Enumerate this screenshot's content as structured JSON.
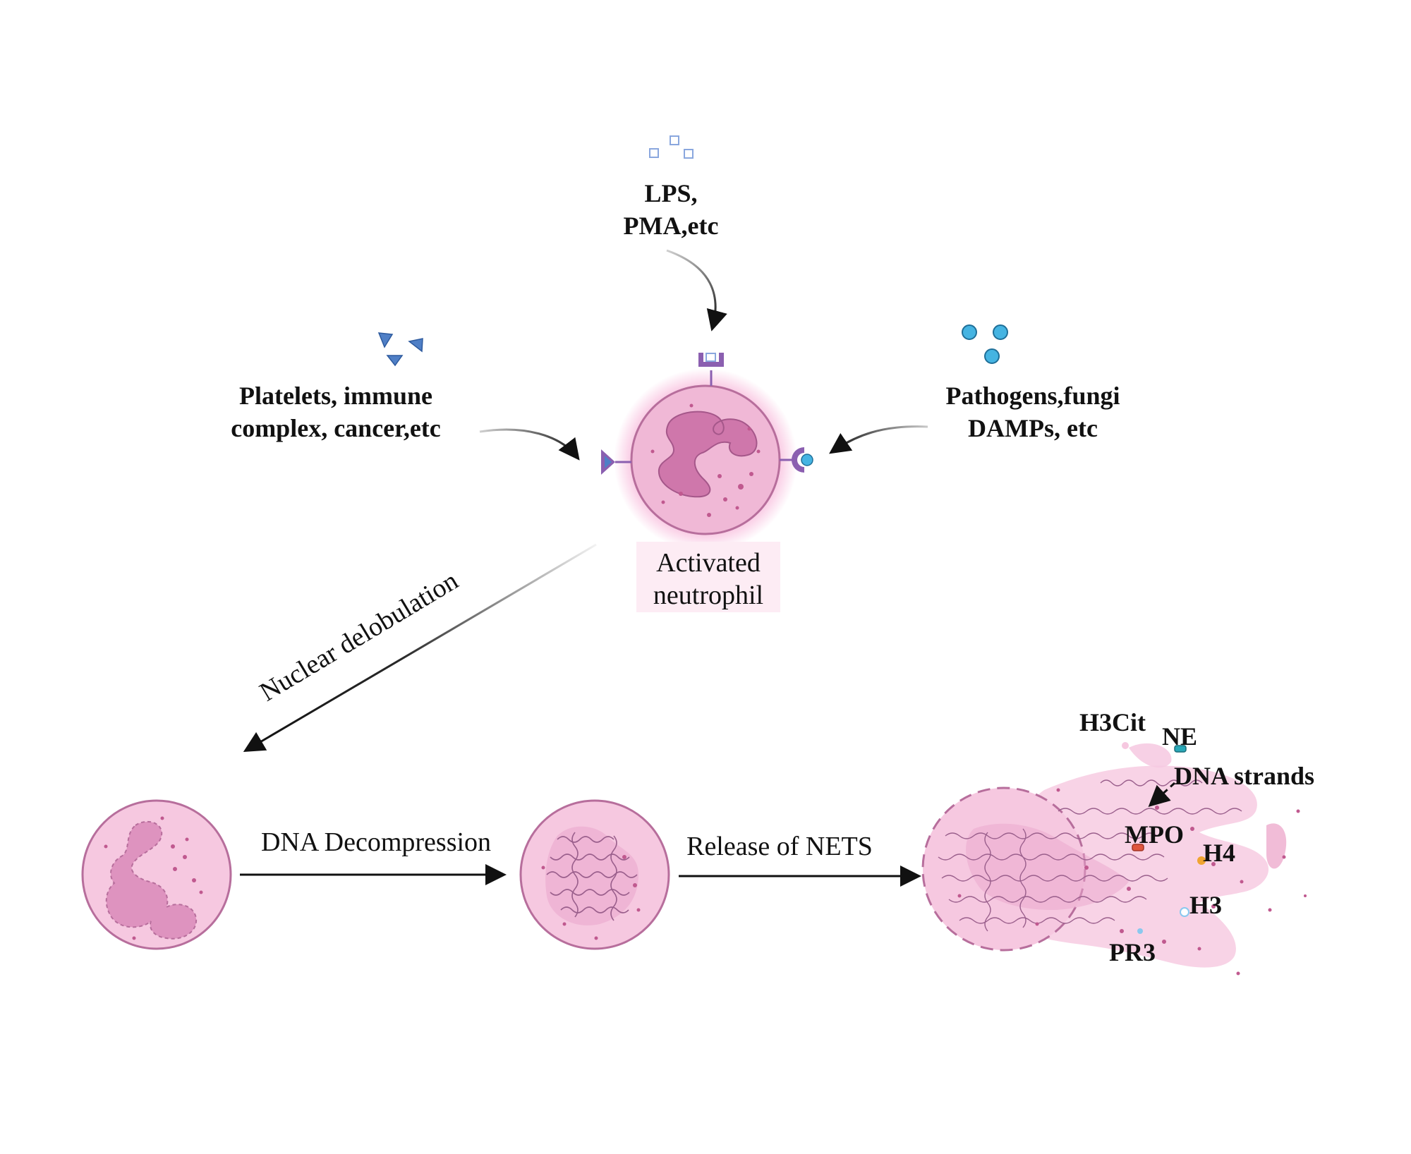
{
  "stimuli": {
    "top": {
      "line1": "LPS,",
      "line2": "PMA,etc"
    },
    "left": {
      "line1": "Platelets, immune",
      "line2": "complex, cancer,etc"
    },
    "right": {
      "line1": "Pathogens,fungi",
      "line2": "DAMPs, etc"
    }
  },
  "activated_cell": {
    "line1": "Activated",
    "line2": "neutrophil"
  },
  "steps": {
    "delobulation": "Nuclear delobulation",
    "decompression": "DNA Decompression",
    "release": "Release of NETS"
  },
  "net_components": {
    "h3cit": "H3Cit",
    "ne": "NE",
    "dna_strands": "DNA strands",
    "mpo": "MPO",
    "h4": "H4",
    "h3": "H3",
    "pr3": "PR3"
  },
  "colors": {
    "cell_fill": "#f4bcd9",
    "cell_stroke": "#b76e9c",
    "nucleus": "#d67fb2",
    "receptor": "#8b5fb0",
    "platelet": "#4f7fc6",
    "pathogen": "#45b4e2",
    "lps": "#8aa7de",
    "arrow": "#111111"
  }
}
